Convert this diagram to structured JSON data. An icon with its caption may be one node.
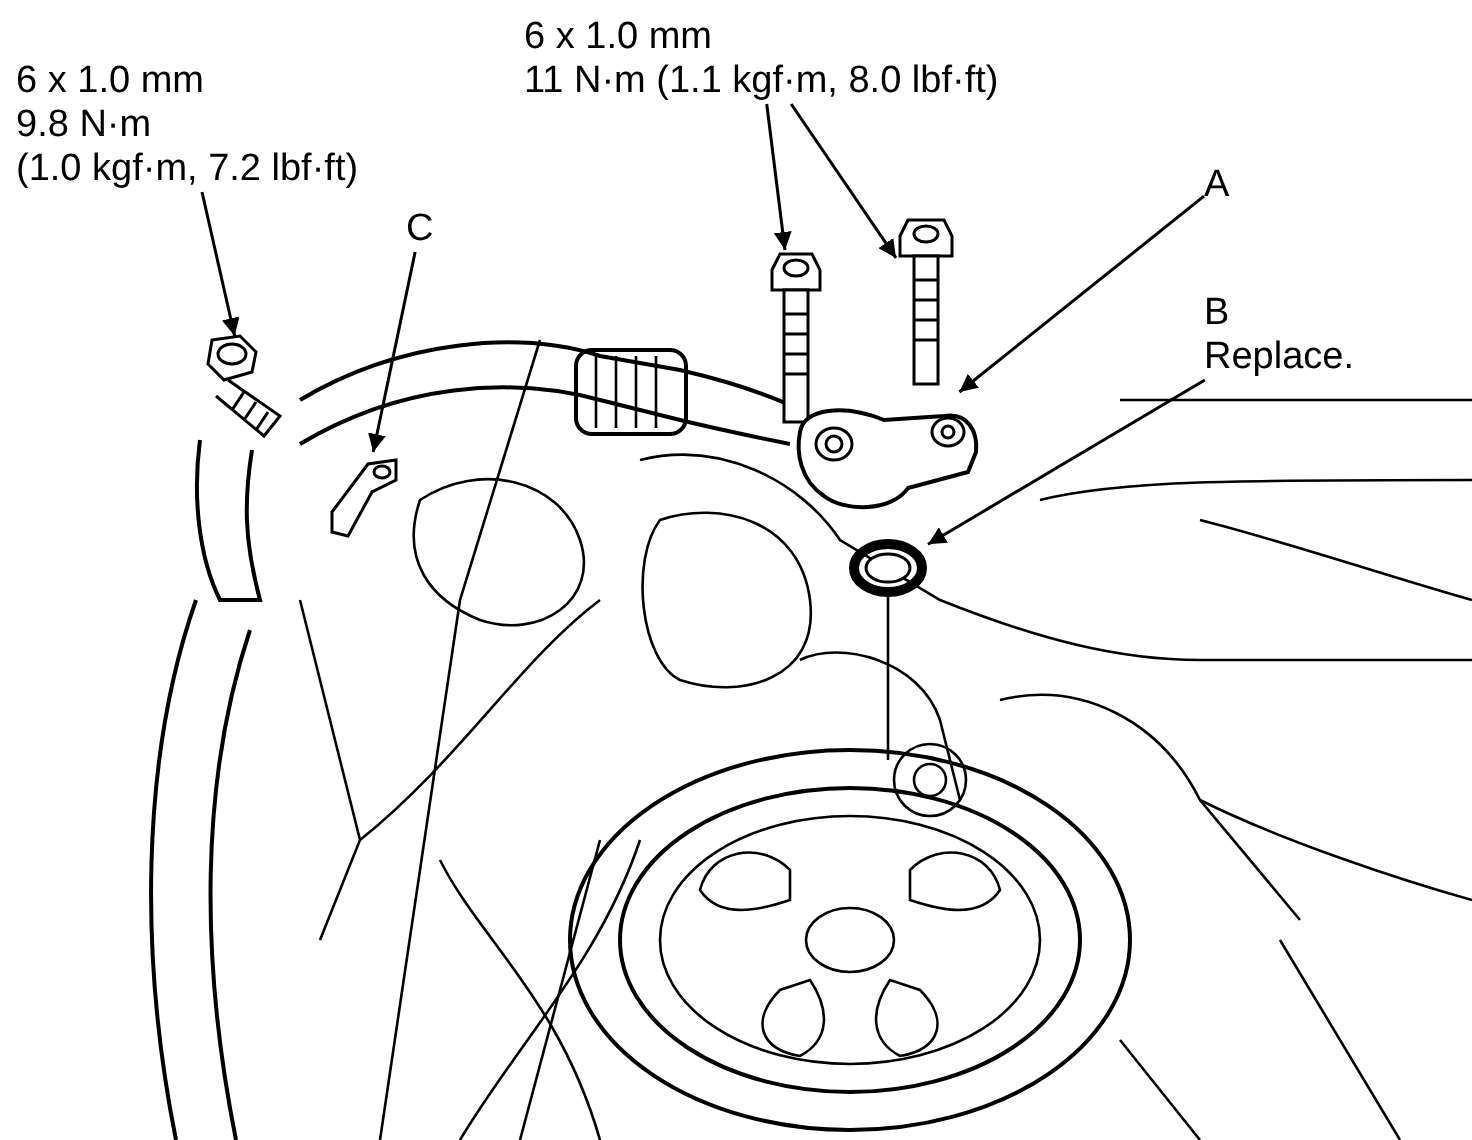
{
  "diagram": {
    "nodes": [
      {
        "text": [
          "6 x 1.0 mm",
          "9.8 N·m",
          "(1.0 kgf·m, 7.2 lbf·ft)"
        ]
      },
      {
        "text": [],
        "shape": "picture"
      },
      {
        "text": [
          "C"
        ]
      },
      {
        "text": [],
        "shape": "picture"
      },
      {
        "text": [
          "6 x 1.0 mm",
          "11 N·m (1.1 kgf·m, 8.0 lbf·ft)"
        ]
      },
      {
        "text": [],
        "shape": "picture"
      },
      {
        "text": [],
        "shape": "picture"
      },
      {
        "text": [
          "A"
        ]
      },
      {
        "text": [],
        "shape": "picture"
      },
      {
        "text": [
          "B",
          "Replace."
        ]
      },
      {
        "text": [],
        "shape": "picture"
      }
    ],
    "edges": [
      {
        "from": 0,
        "to": 1,
        "arrow": "to"
      },
      {
        "from": 2,
        "to": 3,
        "arrow": "to"
      },
      {
        "from": 4,
        "to": 5,
        "arrow": "to"
      },
      {
        "from": 4,
        "to": 6,
        "arrow": "to"
      },
      {
        "from": 7,
        "to": 8,
        "arrow": "to"
      },
      {
        "from": 9,
        "to": 10,
        "arrow": "to"
      }
    ]
  }
}
